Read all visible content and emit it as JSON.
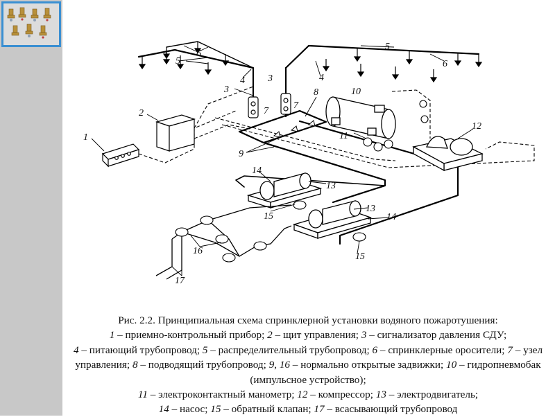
{
  "sidebar": {
    "thumbnail": {
      "description_icon": "sprinkler-heads-photo-icon"
    },
    "colors": {
      "background": "#c8c8c8",
      "thumbnail_border": "#3a8fd2"
    }
  },
  "diagram": {
    "labels": {
      "l1": "1",
      "l2": "2",
      "l3a": "3",
      "l3b": "3",
      "l4a": "4",
      "l4b": "4",
      "l5a": "5",
      "l5b": "5",
      "l6a": "6",
      "l6b": "6",
      "l7a": "7",
      "l7b": "7",
      "l8": "8",
      "l9": "9",
      "l10": "10",
      "l11": "11",
      "l12": "12",
      "l13a": "13",
      "l13b": "13",
      "l14a": "14",
      "l14b": "14",
      "l15a": "15",
      "l15b": "15",
      "l16": "16",
      "l17": "17"
    }
  },
  "caption": {
    "title": "Рис. 2.2. Принципиальная схема спринклерной установки водяного пожаротушения:",
    "items": [
      {
        "num": "1",
        "text": " – приемно-контрольный прибор; "
      },
      {
        "num": "2",
        "text": " – щит управления; "
      },
      {
        "num": "3",
        "text": " – сигнализатор давления СДУ;"
      },
      {
        "num": "4",
        "text": " – питающий трубопровод; "
      },
      {
        "num": "5",
        "text": " – распределительный трубопровод; "
      },
      {
        "num": "6",
        "text": " – спринклерные оросители; "
      },
      {
        "num": "7",
        "text": " – узел управления; "
      },
      {
        "num": "8",
        "text": " – подводящий трубопровод; "
      },
      {
        "num": "9",
        "text": ", "
      },
      {
        "num": "16",
        "text": " – нормально открытые задвижки; "
      },
      {
        "num": "10",
        "text": " – гидропневмобак (импульсное устройство);"
      },
      {
        "num": "11",
        "text": " – электроконтактный манометр; "
      },
      {
        "num": "12",
        "text": " – компрессор; "
      },
      {
        "num": "13",
        "text": " – электродвигатель;"
      },
      {
        "num": "14",
        "text": " – насос; "
      },
      {
        "num": "15",
        "text": " – обратный клапан; "
      },
      {
        "num": "17",
        "text": " – всасывающий трубопровод"
      }
    ]
  }
}
